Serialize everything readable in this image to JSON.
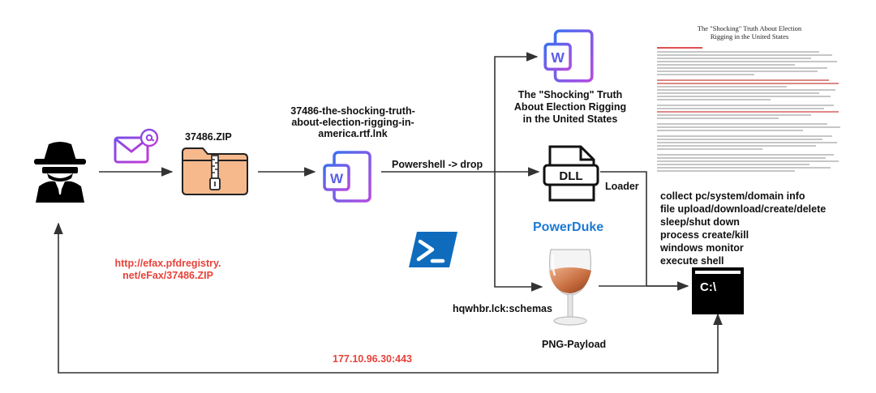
{
  "diagram": {
    "labels": {
      "zip_name": "37486.ZIP",
      "lnk_name_lines": [
        "37486-the-shocking-truth-",
        "about-election-rigging-in-",
        "america.rtf.lnk"
      ],
      "doc_caption_lines": [
        "The \"Shocking\" Truth",
        "About Election Rigging",
        "in the United States"
      ],
      "dll_text": "DLL",
      "loader": "Loader",
      "powershell_drop": "Powershell -> drop",
      "powerduke": "PowerDuke",
      "payload_file": "hqwhbr.lck:schemas",
      "png_payload": "PNG-Payload",
      "url_lines": [
        "http://efax.pfdregistry.",
        "net/eFax/37486.ZIP"
      ],
      "c2_address": "177.10.96.30:443",
      "shell_prompt": "C:\\",
      "word_letter": "W"
    },
    "capabilities": [
      "collect pc/system/domain info",
      "file upload/download/create/delete",
      "sleep/shut down",
      "process create/kill",
      "windows monitor",
      "execute shell"
    ],
    "doc_preview": {
      "title_lines": [
        "The \"Shocking\" Truth About Election",
        "Rigging in the United States"
      ]
    },
    "colors": {
      "accent_red": "#e8423a",
      "brand_blue": "#1f7ad4",
      "arrow": "#333333",
      "zip_folder": "#f6b98c",
      "powershell": "#0f6cbd"
    },
    "icons": [
      "spy-icon",
      "email-icon",
      "zip-folder-icon",
      "word-document-icon",
      "dll-file-icon",
      "powershell-icon",
      "wine-glass-icon",
      "terminal-icon"
    ]
  }
}
